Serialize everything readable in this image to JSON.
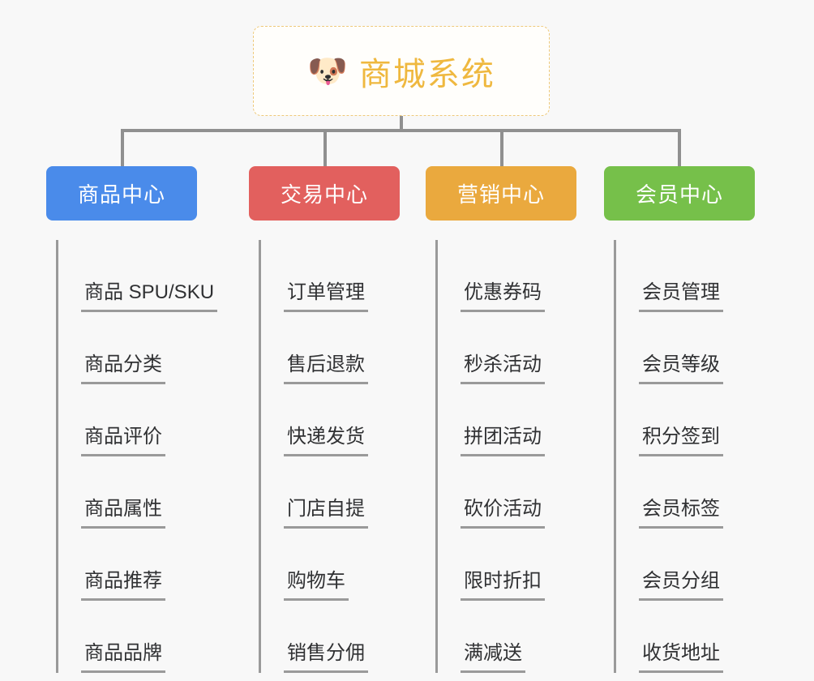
{
  "page": {
    "background_color": "#f8f8f8",
    "type": "mind-map"
  },
  "root": {
    "icon": "dog-face-emoji",
    "emoji": "🐶",
    "title": "商城系统",
    "text_color": "#efb83f",
    "border_color": "#eec97a",
    "background_color": "#fffefb"
  },
  "connector": {
    "color": "#909090"
  },
  "branches": [
    {
      "id": "product-center",
      "label": "商品中心",
      "color": "#4a8bea",
      "items": [
        "商品 SPU/SKU",
        "商品分类",
        "商品评价",
        "商品属性",
        "商品推荐",
        "商品品牌"
      ]
    },
    {
      "id": "trade-center",
      "label": "交易中心",
      "color": "#e2605e",
      "items": [
        "订单管理",
        "售后退款",
        "快递发货",
        "门店自提",
        "购物车",
        "销售分佣"
      ]
    },
    {
      "id": "marketing-center",
      "label": "营销中心",
      "color": "#eaa93e",
      "items": [
        "优惠券码",
        "秒杀活动",
        "拼团活动",
        "砍价活动",
        "限时折扣",
        "满减送"
      ]
    },
    {
      "id": "member-center",
      "label": "会员中心",
      "color": "#76c04a",
      "items": [
        "会员管理",
        "会员等级",
        "积分签到",
        "会员标签",
        "会员分组",
        "收货地址"
      ]
    }
  ]
}
